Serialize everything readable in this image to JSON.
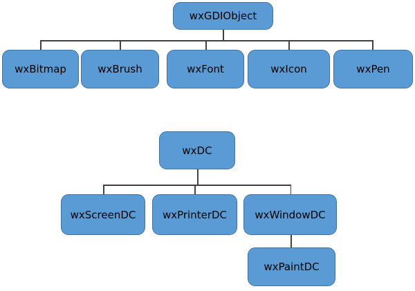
{
  "colors": {
    "box_fill": "#5b9bd5",
    "box_border": "#41719c",
    "connector": "#404040",
    "text": "#000000",
    "background": "#ffffff"
  },
  "diagram1": {
    "root": {
      "label": "wxGDIObject"
    },
    "children": [
      {
        "label": "wxBitmap"
      },
      {
        "label": "wxBrush"
      },
      {
        "label": "wxFont"
      },
      {
        "label": "wxIcon"
      },
      {
        "label": "wxPen"
      }
    ]
  },
  "diagram2": {
    "root": {
      "label": "wxDC"
    },
    "children": [
      {
        "label": "wxScreenDC"
      },
      {
        "label": "wxPrinterDC"
      },
      {
        "label": "wxWindowDC"
      }
    ],
    "grandchild": {
      "label": "wxPaintDC",
      "parent": "wxWindowDC"
    }
  }
}
